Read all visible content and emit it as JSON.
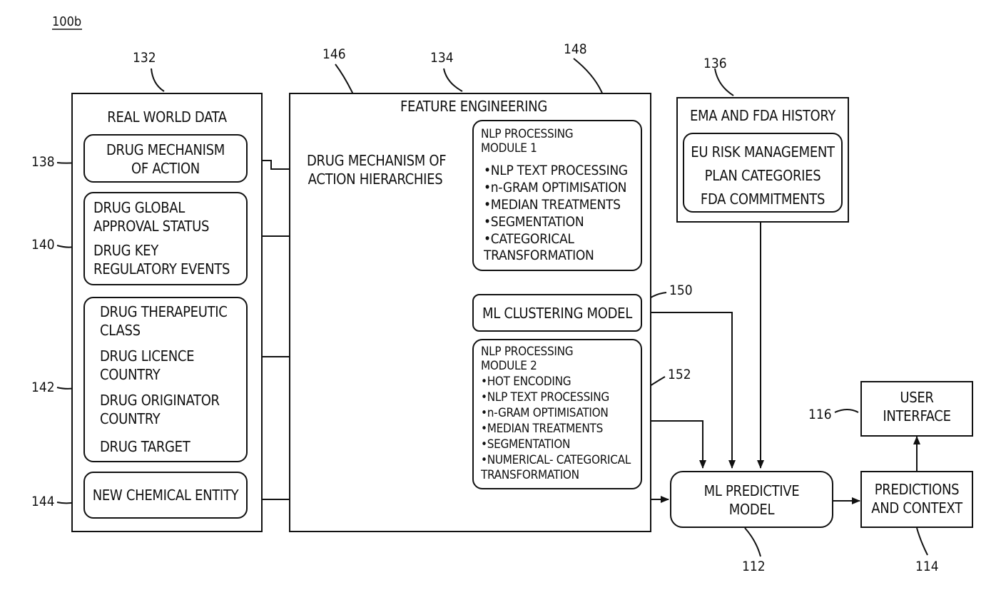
{
  "figure_label": "100b",
  "refs": {
    "r132": "132",
    "r134": "134",
    "r136": "136",
    "r138": "138",
    "r140": "140",
    "r142": "142",
    "r144": "144",
    "r146": "146",
    "r148": "148",
    "r150": "150",
    "r152": "152",
    "r112": "112",
    "r114": "114",
    "r116": "116"
  },
  "real_world_data": {
    "title": "REAL WORLD DATA",
    "mechanism": [
      "DRUG MECHANISM",
      "OF ACTION"
    ],
    "approval": [
      "DRUG GLOBAL",
      "APPROVAL STATUS",
      "DRUG KEY",
      "REGULATORY EVENTS"
    ],
    "class_group": [
      "DRUG THERAPEUTIC",
      "CLASS",
      "DRUG LICENCE",
      "COUNTRY",
      "DRUG ORIGINATOR",
      "COUNTRY",
      "DRUG TARGET"
    ],
    "nce": "NEW CHEMICAL ENTITY"
  },
  "feature_engineering": {
    "title": "FEATURE ENGINEERING",
    "hierarchies": [
      "DRUG MECHANISM OF",
      "ACTION HIERARCHIES"
    ],
    "nlp1": [
      "NLP PROCESSING",
      "MODULE 1",
      "•NLP TEXT PROCESSING",
      "•n-GRAM OPTIMISATION",
      "•MEDIAN TREATMENTS",
      "•SEGMENTATION",
      "•CATEGORICAL",
      "TRANSFORMATION"
    ],
    "clustering": "ML CLUSTERING MODEL",
    "nlp2": [
      "NLP PROCESSING",
      "MODULE 2",
      "•HOT ENCODING",
      "•NLP TEXT PROCESSING",
      "•n-GRAM OPTIMISATION",
      "•MEDIAN TREATMENTS",
      "•SEGMENTATION",
      "•NUMERICAL- CATEGORICAL",
      "TRANSFORMATION"
    ]
  },
  "history": {
    "title": "EMA AND FDA HISTORY",
    "lines": [
      "EU RISK MANAGEMENT",
      "PLAN CATEGORIES",
      "FDA COMMITMENTS"
    ]
  },
  "predictive_model": [
    "ML PREDICTIVE",
    "MODEL"
  ],
  "predictions": [
    "PREDICTIONS",
    "AND CONTEXT"
  ],
  "user_interface": [
    "USER",
    "INTERFACE"
  ]
}
